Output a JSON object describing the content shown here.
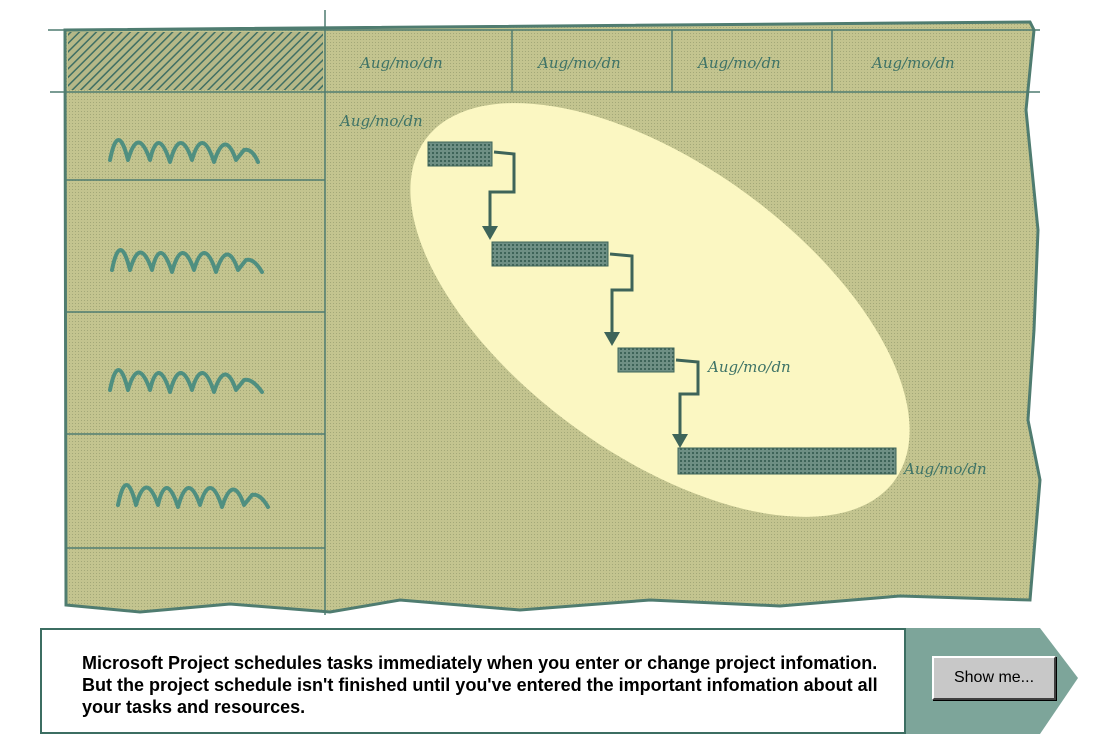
{
  "illustration": {
    "header_labels": [
      "Aug/mo/dn",
      "Aug/mo/dn",
      "Aug/mo/dn",
      "Aug/mo/dn"
    ],
    "date_labels": [
      "Aug/mo/dn",
      "Aug/mo/dn",
      "Aug/mo/dn"
    ],
    "colors": {
      "paper": "#c3c48f",
      "ink": "#3e7367",
      "highlight": "#fbf7c2",
      "bar": "#5a7d72"
    }
  },
  "caption": {
    "text": "Microsoft Project schedules tasks immediately when you enter or change project infomation. But the project schedule isn't finished until you've entered the important infomation about all your tasks and resources."
  },
  "buttons": {
    "show_me": "Show me..."
  }
}
